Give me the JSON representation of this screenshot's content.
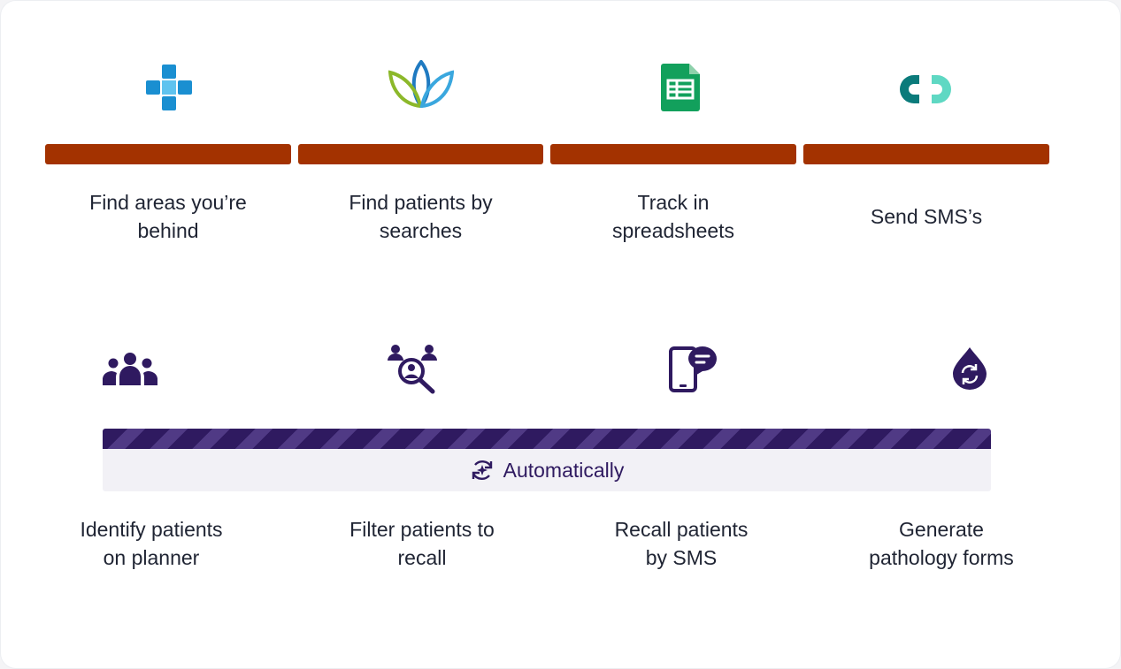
{
  "colors": {
    "manual_bar": "#a33200",
    "auto_dark": "#2f1a60",
    "auto_light": "#503a85",
    "auto_band": "#f2f1f6",
    "text": "#1f2433"
  },
  "manual_steps": [
    {
      "label": "Find areas you’re\nbehind",
      "icon": "medical-cross-logo-icon"
    },
    {
      "label": "Find patients by\nsearches",
      "icon": "leaf-logo-icon"
    },
    {
      "label": "Track in\nspreadsheets",
      "icon": "google-sheets-icon"
    },
    {
      "label": "Send SMS’s",
      "icon": "sms-service-logo-icon"
    }
  ],
  "auto_steps": [
    {
      "label": "Identify patients\non planner",
      "icon": "patient-group-icon"
    },
    {
      "label": "Filter patients to\nrecall",
      "icon": "patient-search-icon"
    },
    {
      "label": "Recall patients\nby SMS",
      "icon": "mobile-message-icon"
    },
    {
      "label": "Generate\npathology forms",
      "icon": "blood-drop-refresh-icon"
    }
  ],
  "automatic": {
    "label": "Automatically",
    "icon": "auto-sync-icon"
  }
}
